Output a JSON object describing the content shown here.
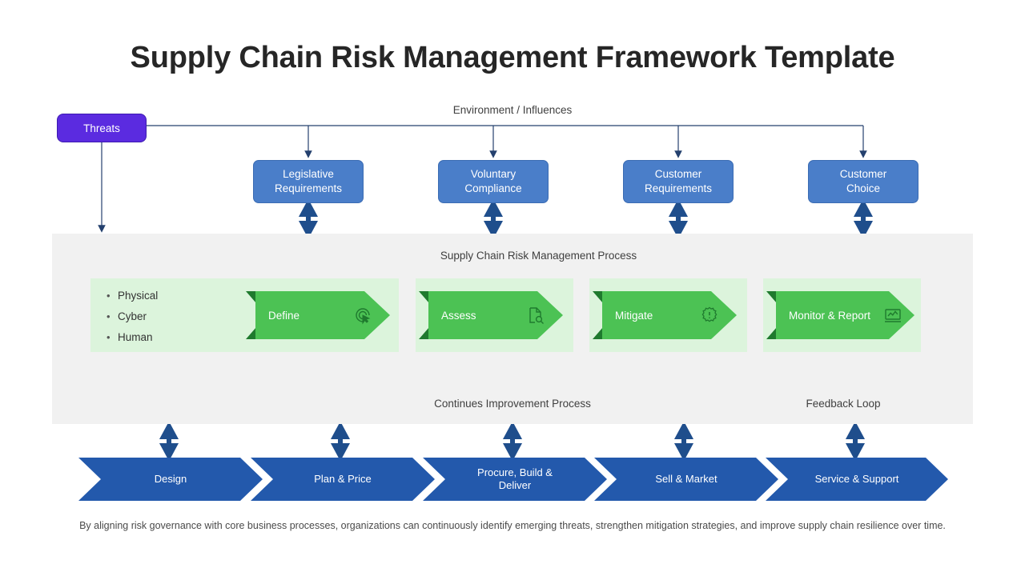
{
  "title": "Supply Chain Risk Management Framework Template",
  "environment": {
    "label": "Environment / Influences",
    "source_box": {
      "label": "Threats",
      "color": "#5B2BE0"
    },
    "boxes": [
      {
        "label": "Legislative\nRequirements"
      },
      {
        "label": "Voluntary\nCompliance"
      },
      {
        "label": "Customer\nRequirements"
      },
      {
        "label": "Customer\nChoice"
      }
    ]
  },
  "process": {
    "label": "Supply Chain Risk Management Process",
    "risk_categories": [
      "Physical",
      "Cyber",
      "Human"
    ],
    "steps": [
      {
        "label": "Define",
        "icon": "target-cursor-icon"
      },
      {
        "label": "Assess",
        "icon": "document-search-icon"
      },
      {
        "label": "Mitigate",
        "icon": "gear-alert-icon"
      },
      {
        "label": "Monitor & Report",
        "icon": "chart-monitor-icon"
      }
    ],
    "loops": [
      {
        "label": "Continues Improvement Process"
      },
      {
        "label": "Feedback Loop"
      }
    ],
    "accent_color": "#4cc254",
    "panel_color": "#dcf4dc",
    "band_color": "#f1f1f1"
  },
  "value_chain": {
    "steps": [
      {
        "label": "Design"
      },
      {
        "label": "Plan & Price"
      },
      {
        "label": "Procure, Build &\nDeliver"
      },
      {
        "label": "Sell & Market"
      },
      {
        "label": "Service & Support"
      }
    ],
    "accent_color": "#2359ac"
  },
  "footer": {
    "caption": "By aligning risk governance with core business processes, organizations can continuously identify emerging threats, strengthen mitigation strategies, and improve supply chain resilience over time."
  }
}
